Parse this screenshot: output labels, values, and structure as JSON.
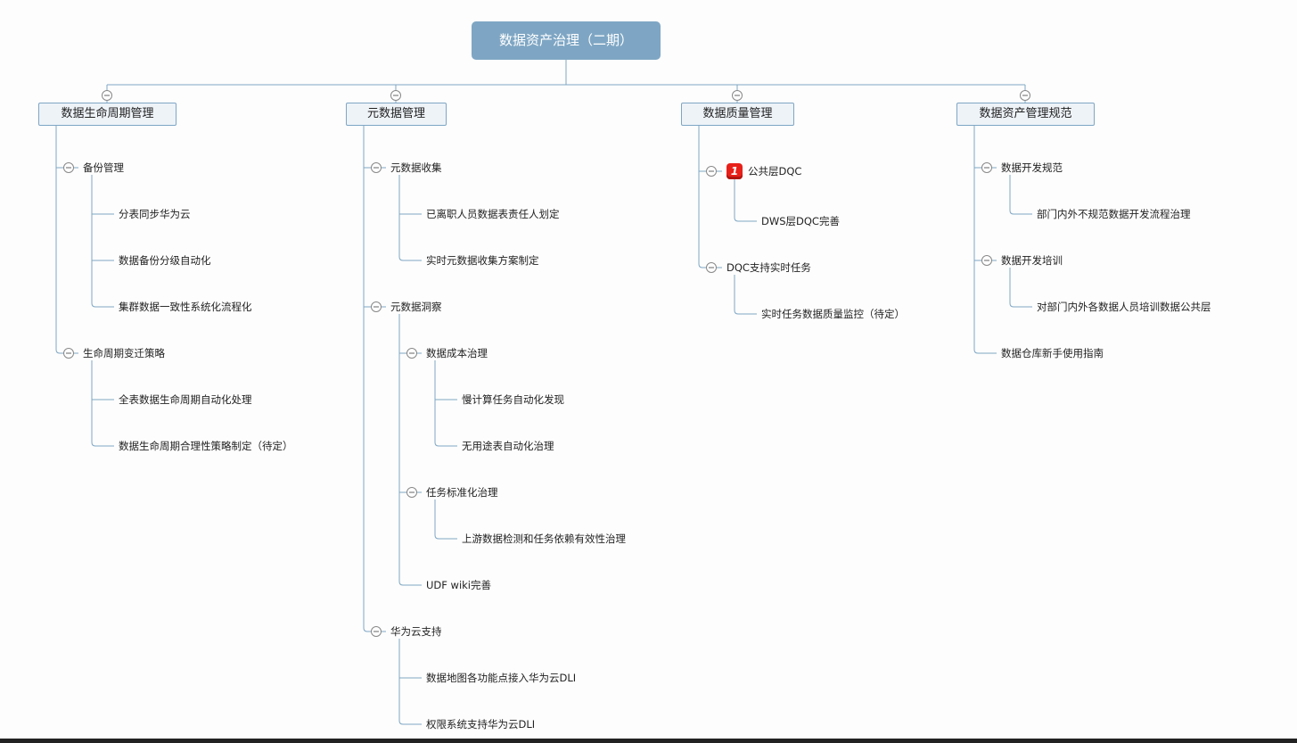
{
  "root": {
    "label": "数据资产治理（二期）"
  },
  "branches": [
    {
      "label": "数据生命周期管理"
    },
    {
      "label": "元数据管理"
    },
    {
      "label": "数据质量管理"
    },
    {
      "label": "数据资产管理规范"
    }
  ],
  "nodes": {
    "backup": "备份管理",
    "backup_1": "分表同步华为云",
    "backup_2": "数据备份分级自动化",
    "backup_3": "集群数据一致性系统化流程化",
    "lifecycle": "生命周期变迁策略",
    "lifecycle_1": "全表数据生命周期自动化处理",
    "lifecycle_2": "数据生命周期合理性策略制定（待定）",
    "meta_collect": "元数据收集",
    "meta_collect_1": "已离职人员数据表责任人划定",
    "meta_collect_2": "实时元数据收集方案制定",
    "meta_insight": "元数据洞察",
    "cost": "数据成本治理",
    "cost_1": "慢计算任务自动化发现",
    "cost_2": "无用途表自动化治理",
    "task_std": "任务标准化治理",
    "task_std_1": "上游数据检测和任务依赖有效性治理",
    "udf": "UDF wiki完善",
    "huawei": "华为云支持",
    "huawei_1": "数据地图各功能点接入华为云DLI",
    "huawei_2": "权限系统支持华为云DLI",
    "dqc_public": "公共层DQC",
    "dqc_public_badge": "1",
    "dqc_public_1": "DWS层DQC完善",
    "dqc_rt": "DQC支持实时任务",
    "dqc_rt_1": "实时任务数据质量监控（待定）",
    "dev_std": "数据开发规范",
    "dev_std_1": "部门内外不规范数据开发流程治理",
    "dev_train": "数据开发培训",
    "dev_train_1": "对部门内外各数据人员培训数据公共层",
    "dw_guide": "数据仓库新手使用指南"
  },
  "colors": {
    "line": "#7ea6c4",
    "root_bg": "#7ea6c4",
    "branch_bg": "#eef3f8",
    "badge": "#e8201a"
  }
}
